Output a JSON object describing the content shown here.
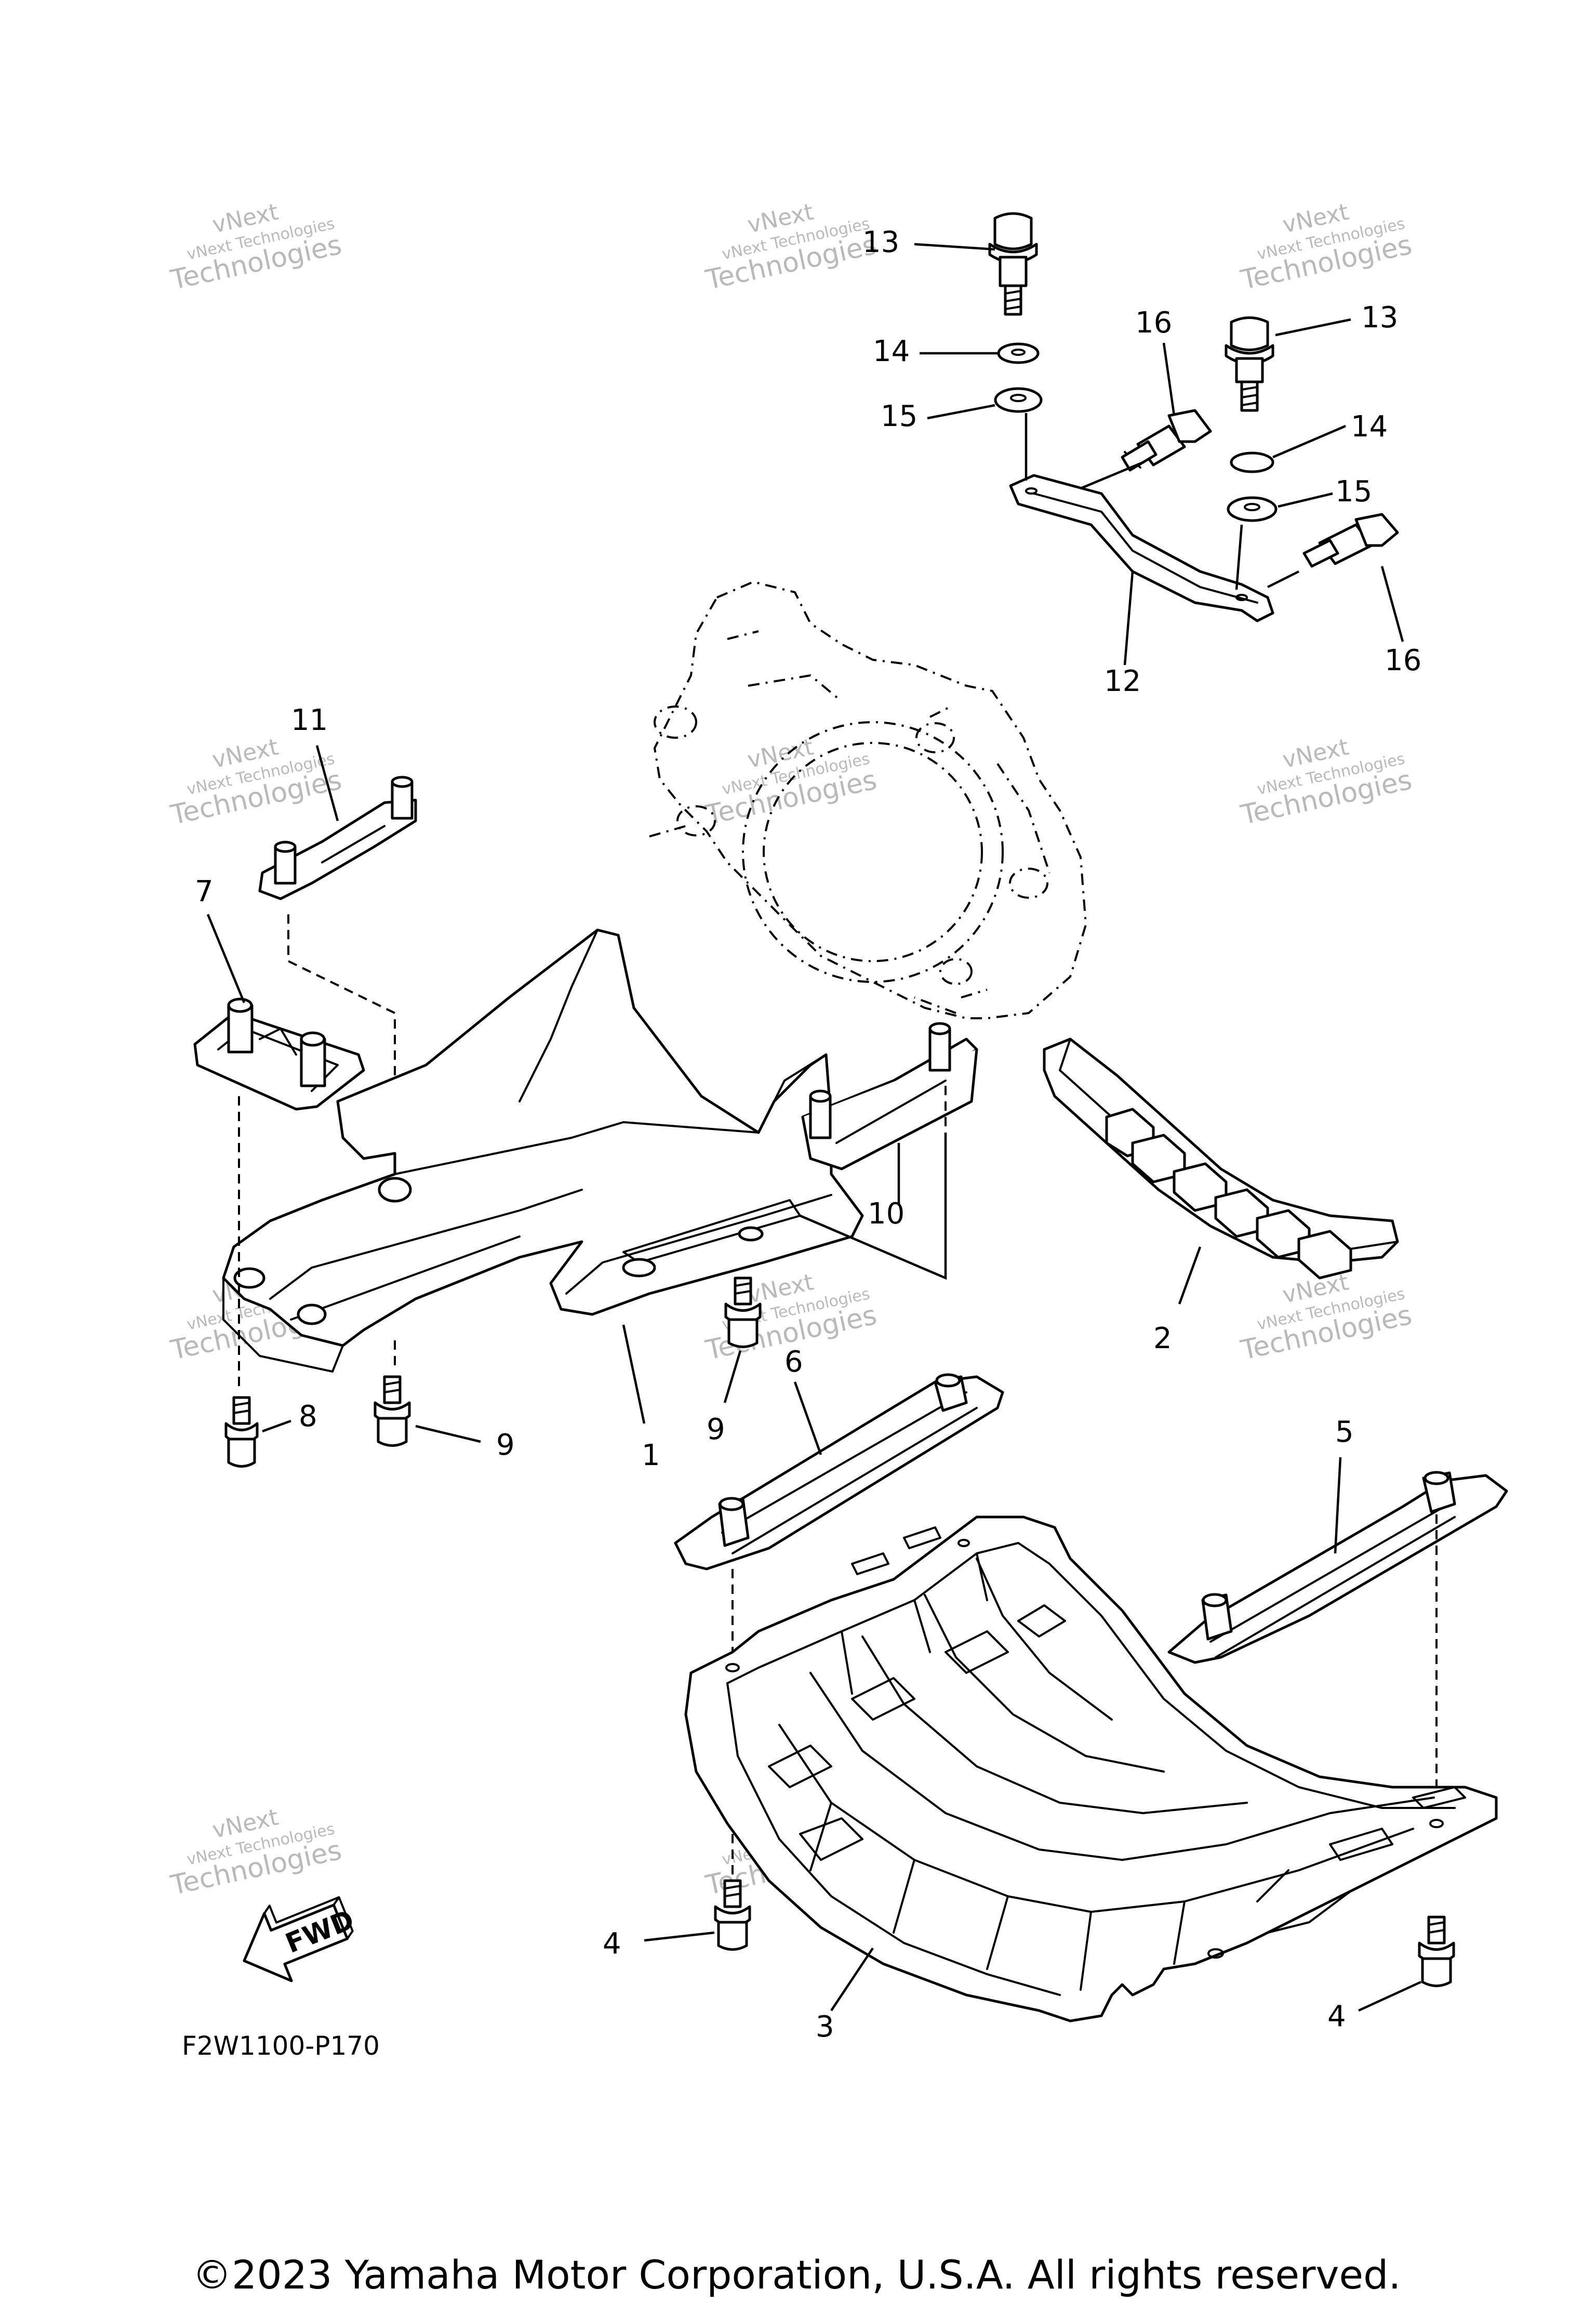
{
  "watermark": {
    "line1": "vNext",
    "line2": "vNext Technologies",
    "line3": "Technologies"
  },
  "callouts": {
    "c1": "1",
    "c2": "2",
    "c3": "3",
    "c4a": "4",
    "c4b": "4",
    "c5": "5",
    "c6": "6",
    "c7": "7",
    "c8": "8",
    "c9a": "9",
    "c9b": "9",
    "c10": "10",
    "c11": "11",
    "c12": "12",
    "c13a": "13",
    "c13b": "13",
    "c14a": "14",
    "c14b": "14",
    "c15a": "15",
    "c15b": "15",
    "c16a": "16",
    "c16b": "16"
  },
  "fwd_label": "FWD",
  "ref_code": "F2W1100-P170",
  "copyright": "©2023 Yamaha Motor Corporation, U.S.A. All rights reserved.",
  "icons": {
    "direction_arrow": "fwd-arrow-icon"
  }
}
